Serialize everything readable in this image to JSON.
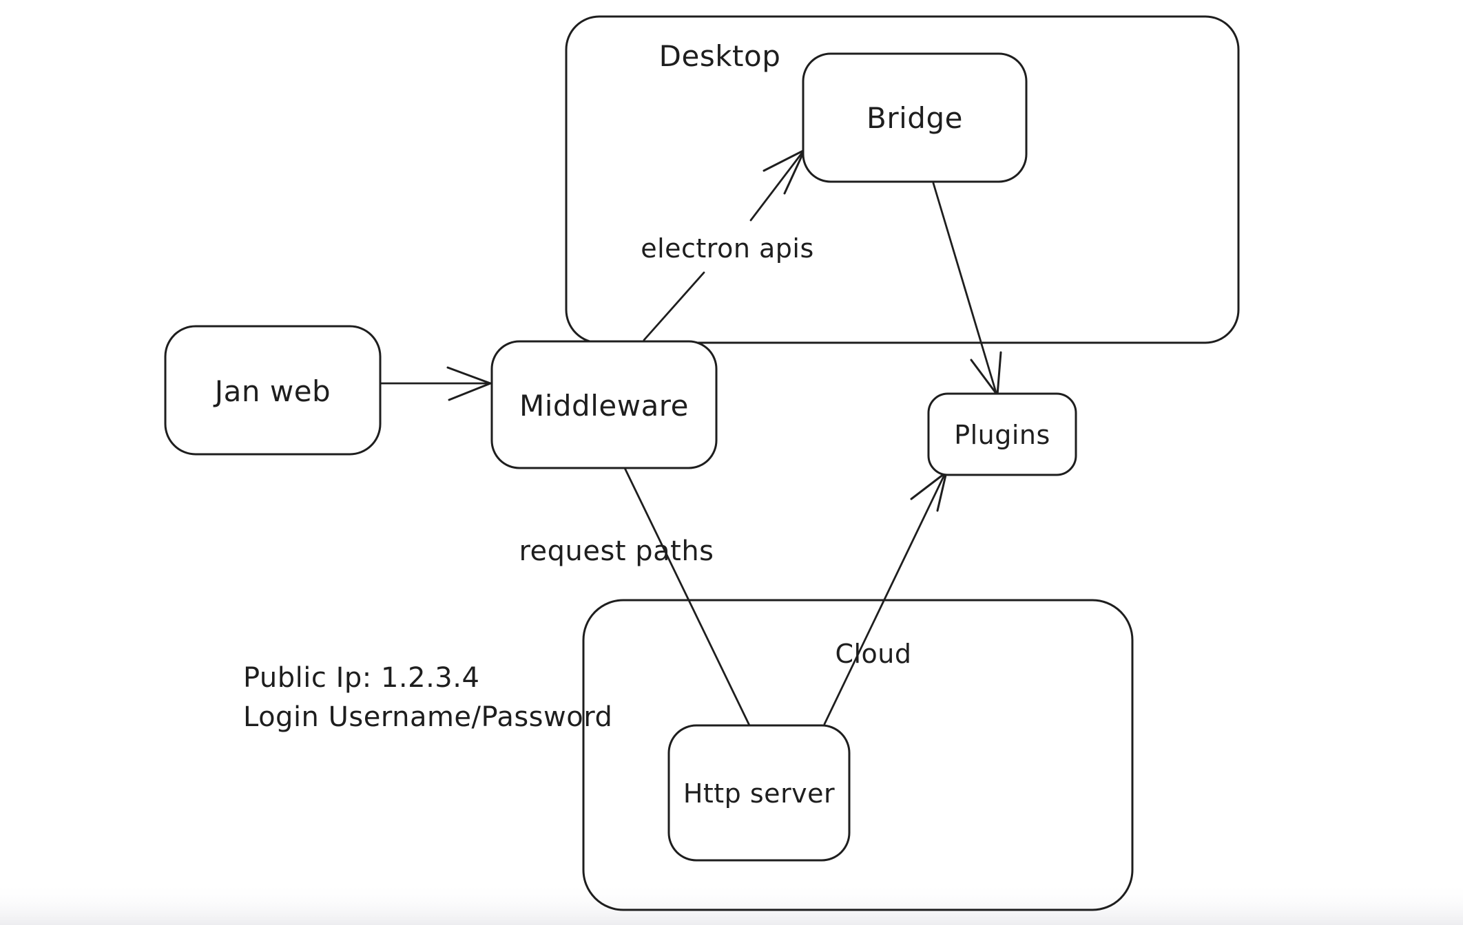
{
  "canvas": {
    "background": "#ffffff",
    "stroke_color": "#1e1e1e",
    "bottom_fade_color": "#f1f1f4"
  },
  "containers": {
    "desktop": {
      "label": "Desktop"
    },
    "cloud": {
      "label": "Cloud"
    }
  },
  "nodes": {
    "jan_web": {
      "label": "Jan web"
    },
    "middleware": {
      "label": "Middleware"
    },
    "bridge": {
      "label": "Bridge"
    },
    "plugins": {
      "label": "Plugins"
    },
    "http_server": {
      "label": "Http server"
    }
  },
  "edges": [
    {
      "from": "Jan web",
      "to": "Middleware",
      "label": "",
      "arrow": "end"
    },
    {
      "from": "Middleware",
      "to": "Bridge",
      "label": "electron apis",
      "arrow": "end"
    },
    {
      "from": "Bridge",
      "to": "Plugins",
      "label": "",
      "arrow": "end"
    },
    {
      "from": "Middleware",
      "to": "Http server",
      "label": "request paths",
      "arrow": "none"
    },
    {
      "from": "Http server",
      "to": "Plugins",
      "label": "",
      "arrow": "end"
    }
  ],
  "notes": {
    "line1": "Public Ip: 1.2.3.4",
    "line2": "Login Username/Password"
  }
}
